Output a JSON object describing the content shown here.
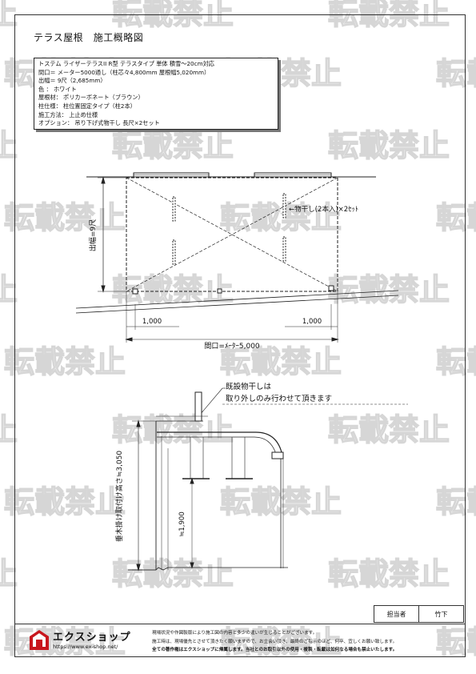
{
  "title": "テラス屋根　施工概略図",
  "spec_lines": [
    "トステム ライザーテラスII R型 テラスタイプ 単体 積雪～20cm対応",
    "間口＝ メーター5000通し（柱芯々4,800mm  屋根幅5,020mm）",
    "出幅＝ 9尺（2,685mm）",
    "色 ： ホワイト",
    "屋根材： ポリカーボネート（ブラウン）",
    "柱仕様： 柱位置固定タイプ（柱2本）",
    "施工方法： 上止め仕様",
    "オプション： 吊り下げ式物干し 長尺×2セット"
  ],
  "plan": {
    "depth_label": "出幅=9尺",
    "hanger_label": "←物干し(2本入)×2ｾｯﾄ",
    "offset_left": "1,000",
    "offset_right": "1,000",
    "width_label": "間口=ﾒｰﾀｰ5,000"
  },
  "section": {
    "note_lines": [
      "既設物干しは",
      "取り外しのみ行わせて頂きます"
    ],
    "height_label": "垂木掛け取付け高さ≒3,050",
    "pole_height_label": "≒1,900"
  },
  "watermark": "転載禁止",
  "sign": {
    "label": "担当者",
    "name": "竹下"
  },
  "logo": {
    "name": "エクスショップ",
    "url": "https://www.ex-shop.net/"
  },
  "disclaimer_lines": [
    "現場状況や作図製版により施工図の内容と多少の違いが生じることがございます。",
    "施工時は、現場優先とさせて頂きたく願いますので、お立会い頂き、最終のご指示のほど、何卒、宜しくお願い致します。",
    "全ての著作権はエクスショップに帰属します。当社とのお取引以外の使用・複製・転載は如何なる場合も禁止いたします。"
  ],
  "colors": {
    "watermark": "#d6d6d6",
    "logo": "#c8161d",
    "line": "#222222"
  }
}
